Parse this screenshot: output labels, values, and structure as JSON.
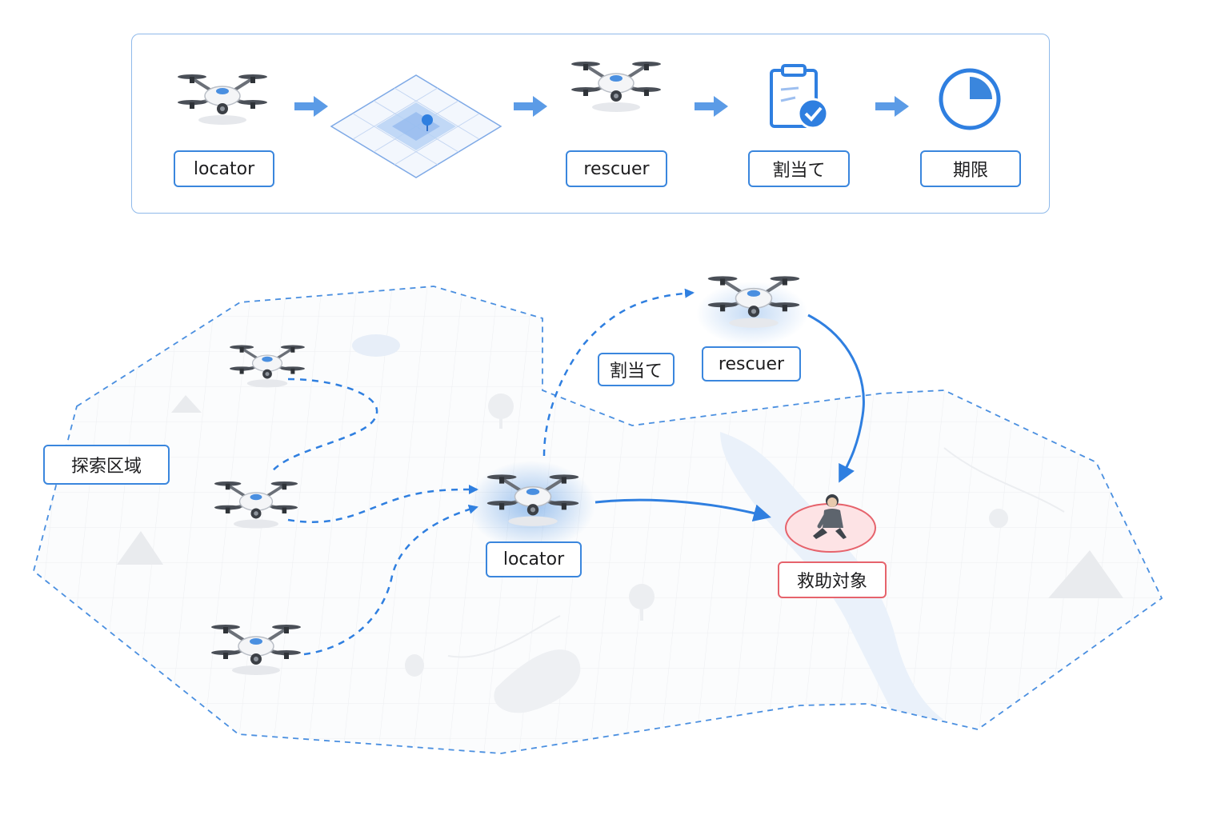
{
  "process": {
    "steps": [
      {
        "icon": "drone-icon",
        "label": "locator"
      },
      {
        "icon": "search-grid-map-icon",
        "label": ""
      },
      {
        "icon": "drone-icon",
        "label": "rescuer"
      },
      {
        "icon": "clipboard-check-icon",
        "label": "割当て"
      },
      {
        "icon": "clock-icon",
        "label": "期限"
      }
    ]
  },
  "map": {
    "search_area_label": "探索区域",
    "assign_label": "割当て",
    "rescuer_label": "rescuer",
    "locator_label": "locator",
    "target_label": "救助対象"
  },
  "colors": {
    "accent": "#3a86dd",
    "arrow": "#5b9be6",
    "target": "#e6636c",
    "panel_border": "#8fb9ea"
  }
}
